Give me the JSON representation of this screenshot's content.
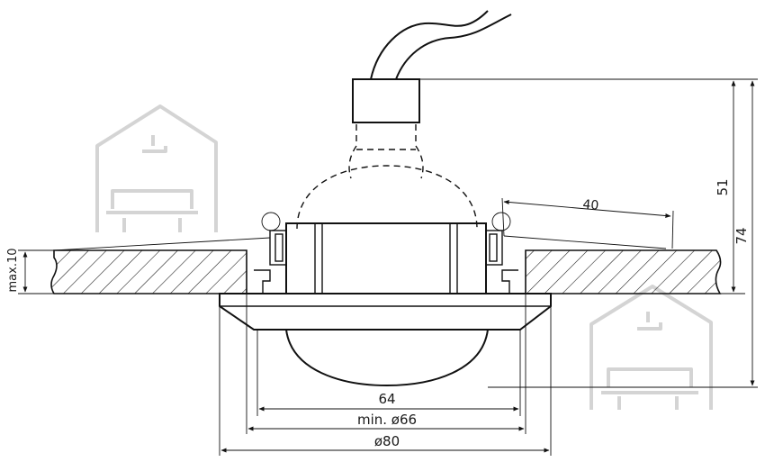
{
  "dimensions": {
    "width_inner": "64",
    "min_diameter": "min. ø66",
    "outer_diameter": "ø80",
    "tilt_length": "40",
    "height_upper": "51",
    "height_total": "74",
    "ceiling_max": "max.10"
  },
  "colors": {
    "line": "#111111",
    "watermark": "#d4d4d4"
  },
  "icons": [
    "house-watermark-icon",
    "house-watermark-icon"
  ]
}
